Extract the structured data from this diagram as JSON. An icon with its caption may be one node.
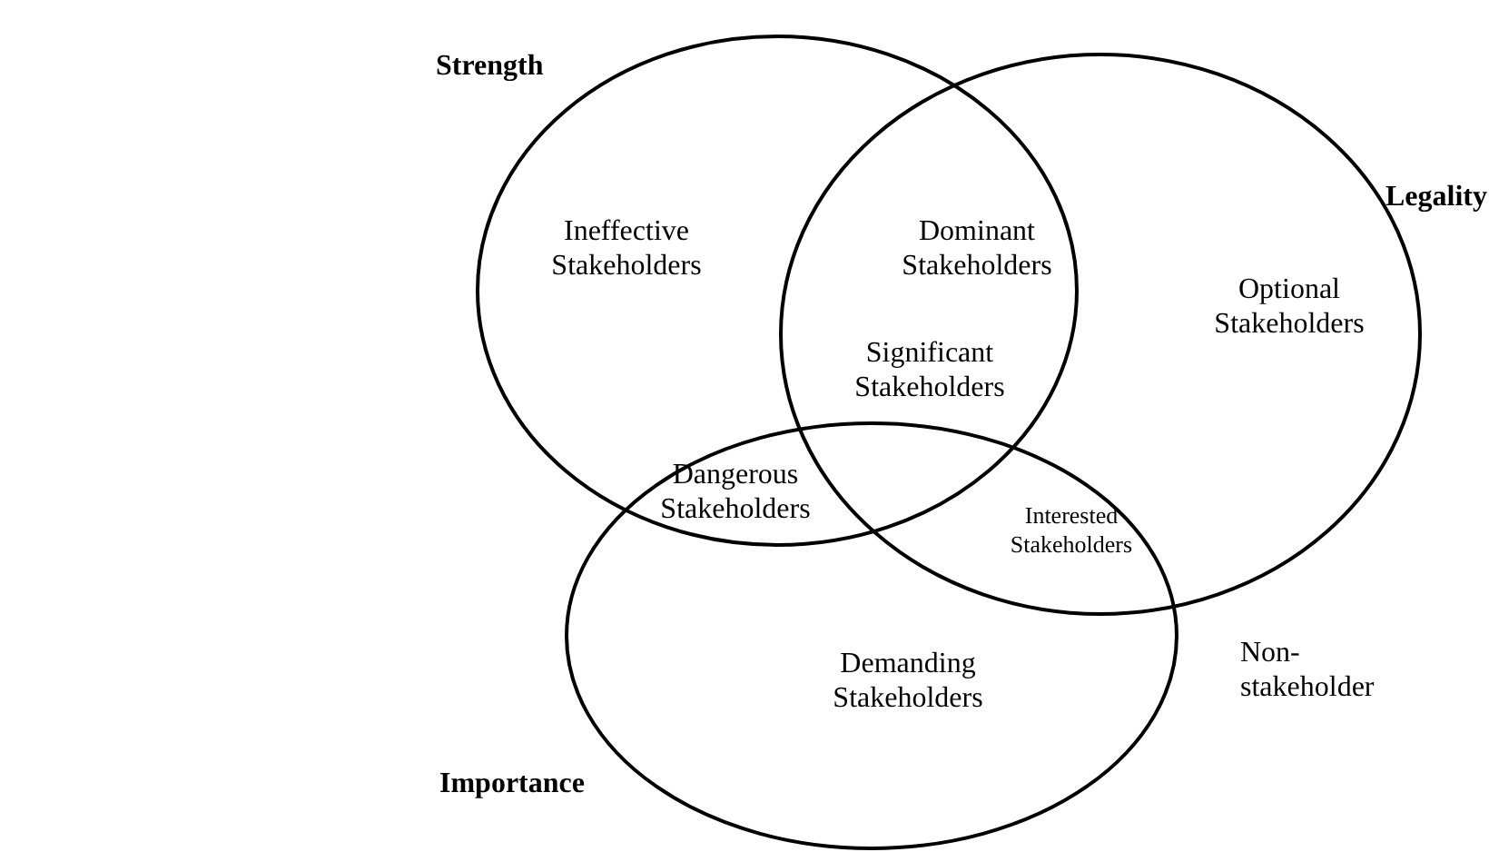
{
  "diagram": {
    "nodes": [
      {
        "text": [
          "Strength"
        ]
      },
      {
        "text": [
          "Legality"
        ]
      },
      {
        "text": [
          "Importance"
        ]
      }
    ],
    "edges": [],
    "labels": [
      "Ineffective Stakeholders",
      "Dominant Stakeholders",
      "Optional Stakeholders",
      "Significant Stakeholders",
      "Dangerous Stakeholders",
      "Interested Stakeholders",
      "Non-stakeholder",
      "Demanding Stakeholders"
    ]
  }
}
